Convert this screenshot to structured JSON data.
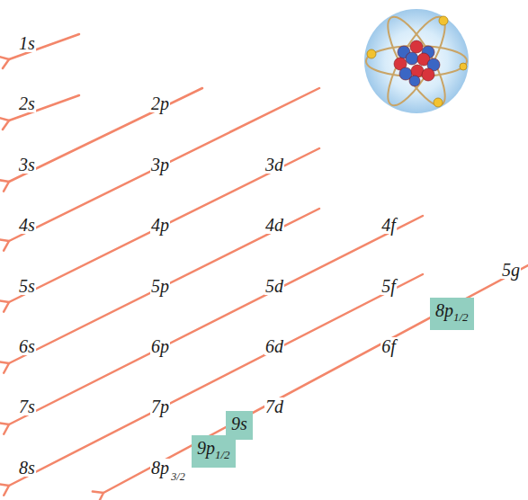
{
  "diagram": {
    "nodes": [
      {
        "text": [
          "8p",
          "1/2"
        ]
      },
      {
        "text": [
          "9s"
        ]
      },
      {
        "text": [
          "9p",
          "1/2"
        ]
      }
    ],
    "labels": [
      "1s",
      "2s",
      "2p",
      "3s",
      "3p",
      "3d",
      "4s",
      "4p",
      "4d",
      "4f",
      "5s",
      "5p",
      "5d",
      "5f",
      "5g",
      "6s",
      "6p",
      "6d",
      "6f",
      "7s",
      "7p",
      "7d",
      "8s",
      "8p",
      "3/2"
    ]
  }
}
